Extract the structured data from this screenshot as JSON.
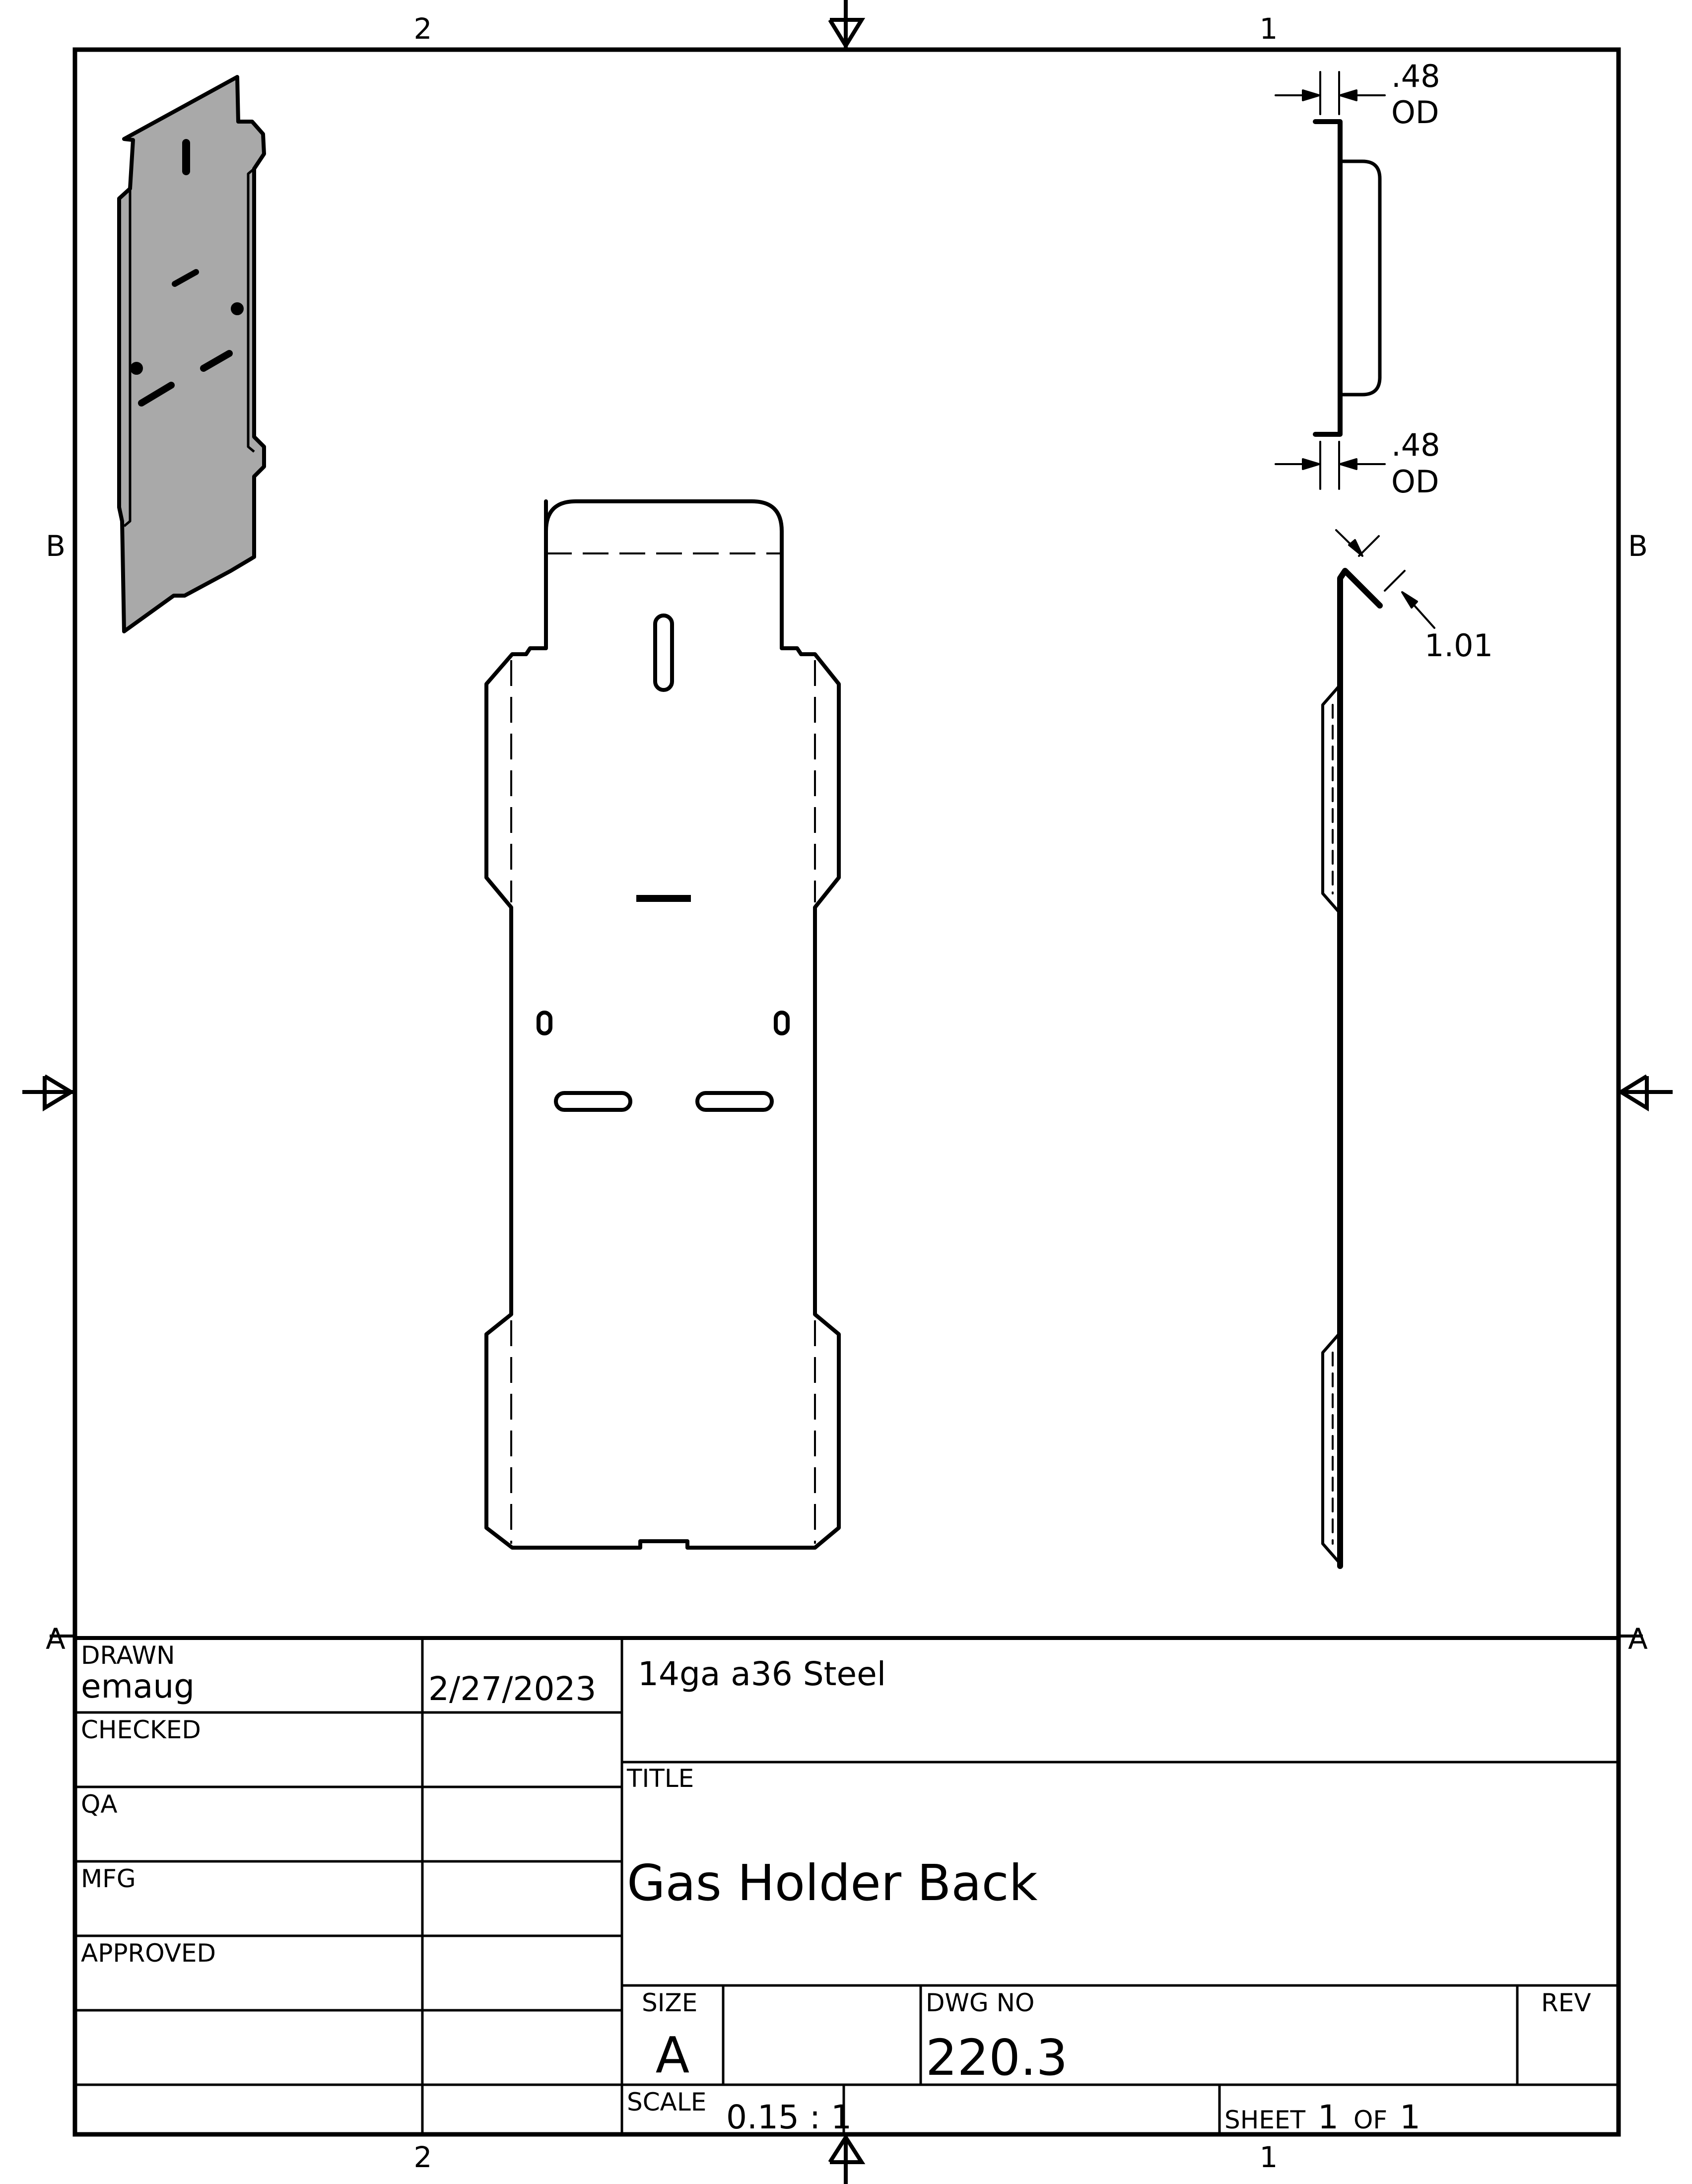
{
  "border": {
    "zone_top": [
      "2",
      "1"
    ],
    "zone_bottom": [
      "2",
      "1"
    ],
    "zone_left": [
      "B",
      "A"
    ],
    "zone_right": [
      "B",
      "A"
    ]
  },
  "dimensions": {
    "top_od_value": ".48",
    "top_od_unit": "OD",
    "bottom_od_value": ".48",
    "bottom_od_unit": "OD",
    "hem_value": "1.01"
  },
  "title_block": {
    "drawn_label": "DRAWN",
    "drawn_by": "emaug",
    "drawn_date": "2/27/2023",
    "checked_label": "CHECKED",
    "qa_label": "QA",
    "mfg_label": "MFG",
    "approved_label": "APPROVED",
    "material": "14ga a36 Steel",
    "title_label": "TITLE",
    "title": "Gas Holder Back",
    "size_label": "SIZE",
    "size": "A",
    "dwg_no_label": "DWG NO",
    "dwg_no": "220.3",
    "rev_label": "REV",
    "rev": "",
    "scale_label": "SCALE",
    "scale": "0.15 : 1",
    "sheet_label": "SHEET",
    "sheet_num": "1",
    "of_label": "OF",
    "sheet_total": "1"
  }
}
